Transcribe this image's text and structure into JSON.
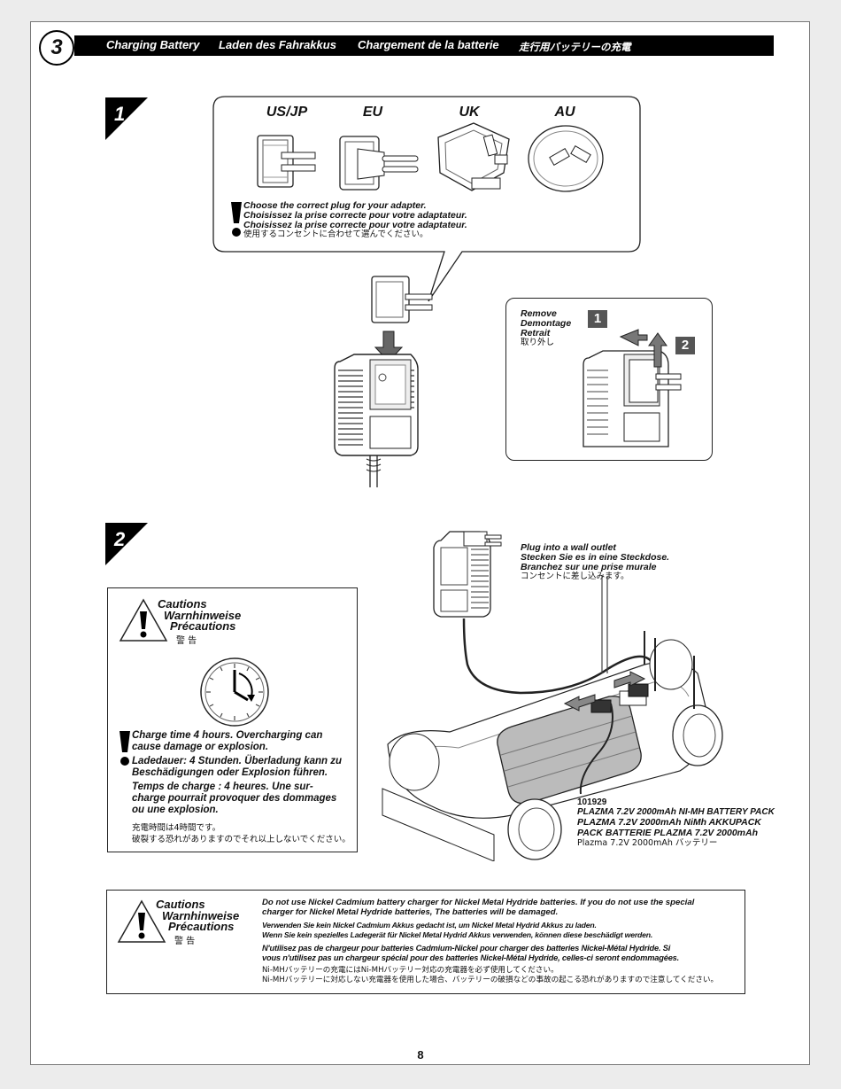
{
  "header": {
    "step_number": "3",
    "title_en": "Charging Battery",
    "title_de": "Laden des Fahrakkus",
    "title_fr": "Chargement de la batterie",
    "title_jp": "走行用バッテリーの充電"
  },
  "step1": {
    "tag": "1",
    "plugs": [
      "US/JP",
      "EU",
      "UK",
      "AU"
    ],
    "notes": [
      "Choose the correct plug for your adapter.",
      "Choisissez la prise correcte pour votre adaptateur.",
      "Choisissez la prise correcte pour votre adaptateur.",
      "使用するコンセントに合わせて選んでください。"
    ],
    "remove": {
      "labels": [
        "Remove",
        "Demontage",
        "Retrait",
        "取り外し"
      ],
      "badge1": "1",
      "badge2": "2"
    }
  },
  "step2": {
    "tag": "2",
    "cautions": {
      "titles": [
        "Cautions",
        "Warnhinweise",
        "Précautions",
        "警 告"
      ],
      "en": [
        "Charge time 4 hours. Overcharging can",
        "cause damage or explosion."
      ],
      "de": [
        "Ladedauer: 4 Stunden. Überladung kann zu",
        "Beschädigungen oder Explosion führen."
      ],
      "fr": [
        "Temps de charge : 4 heures. Une sur-",
        "charge pourrait provoquer des dommages",
        "ou une explosion."
      ],
      "jp": [
        "充電時間は4時間です。",
        "破裂する恐れがありますのでそれ以上しないでください。"
      ]
    },
    "wall": [
      "Plug into a wall outlet",
      "Stecken Sie es in eine Steckdose.",
      "Branchez sur une prise murale",
      "コンセントに差し込みます。"
    ],
    "battery": [
      "101929",
      "PLAZMA 7.2V 2000mAh NI-MH BATTERY PACK",
      "PLAZMA 7.2V 2000mAh NiMh AKKUPACK",
      "PACK BATTERIE PLAZMA 7.2V 2000mAh",
      "Plazma 7.2V 2000mAh バッテリー"
    ]
  },
  "bottom_caution": {
    "titles": [
      "Cautions",
      "Warnhinweise",
      "Précautions",
      "警 告"
    ],
    "en": [
      "Do not use Nickel Cadmium battery charger for Nickel Metal Hydride batteries. If you do not use the special",
      "charger for Nickel Metal Hydride batteries, The batteries will be damaged."
    ],
    "de": [
      "Verwenden Sie kein Nickel Cadmium Akkus gedacht ist, um Nickel Metal Hydrid Akkus zu laden.",
      "Wenn Sie kein spezielles Ladegerät für Nickel Metal Hydrid Akkus verwenden, können diese beschädigt werden."
    ],
    "fr": [
      "N'utilisez pas de chargeur pour batteries Cadmium-Nickel pour charger des batteries Nickel-Métal Hydride. Si",
      "vous n'utilisez pas un chargeur spécial pour des batteries Nickel-Métal Hydride, celles-ci seront endommagées."
    ],
    "jp": [
      "Ni-MHバッテリーの充電にはNi-MHバッテリー対応の充電器を必ず使用してください。",
      "Ni-MHバッテリーに対応しない充電器を使用した場合、バッテリーの破損などの事故の起こる恐れがありますので注意してください。"
    ]
  },
  "page_number": "8"
}
